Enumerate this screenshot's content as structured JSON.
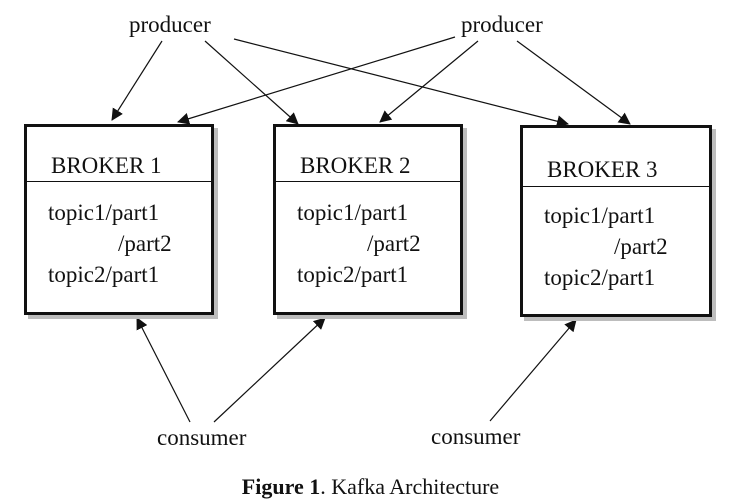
{
  "producers": [
    {
      "label": "producer"
    },
    {
      "label": "producer"
    }
  ],
  "consumers": [
    {
      "label": "consumer"
    },
    {
      "label": "consumer"
    }
  ],
  "brokers": [
    {
      "title": "BROKER 1",
      "lines": [
        "topic1/part1",
        "/part2",
        "topic2/part1"
      ]
    },
    {
      "title": "BROKER 2",
      "lines": [
        "topic1/part1",
        "/part2",
        "topic2/part1"
      ]
    },
    {
      "title": "BROKER 3",
      "lines": [
        "topic1/part1",
        "/part2",
        "topic2/part1"
      ]
    }
  ],
  "caption": {
    "prefix": "Figure 1",
    "text": ". Kafka Architecture"
  },
  "connections": [
    {
      "from": "producer 1",
      "to": "BROKER 1"
    },
    {
      "from": "producer 1",
      "to": "BROKER 2"
    },
    {
      "from": "producer 1",
      "to": "BROKER 3"
    },
    {
      "from": "producer 2",
      "to": "BROKER 1"
    },
    {
      "from": "producer 2",
      "to": "BROKER 2"
    },
    {
      "from": "producer 2",
      "to": "BROKER 3"
    },
    {
      "from": "consumer 1",
      "to": "BROKER 1"
    },
    {
      "from": "consumer 1",
      "to": "BROKER 2"
    },
    {
      "from": "consumer 2",
      "to": "BROKER 3"
    }
  ]
}
